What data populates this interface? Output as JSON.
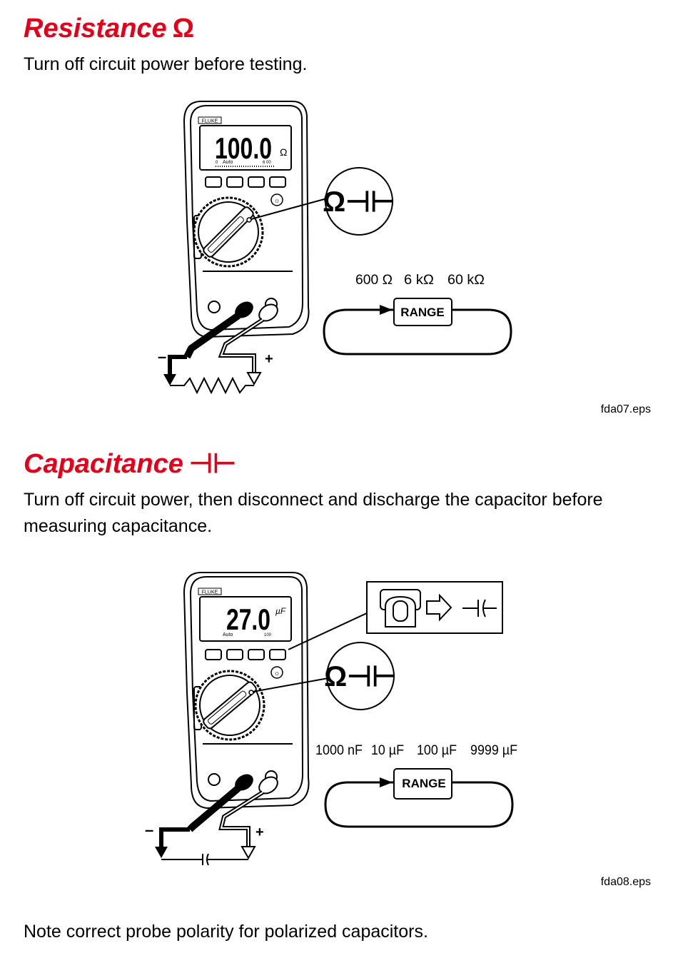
{
  "resistance": {
    "heading": "Resistance",
    "heading_symbol": "Ω",
    "instruction": "Turn off circuit power before testing.",
    "display": {
      "reading": "100.0",
      "unit": "Ω",
      "mode": "Auto",
      "scale_start": "0",
      "scale_end": "6 00"
    },
    "meter_brand": "FLUKE",
    "dial_callout_symbols": "Ω⊣⊢",
    "range_steps": [
      "600 Ω",
      "6 kΩ",
      "60 kΩ"
    ],
    "range_button": "RANGE",
    "probe_minus": "–",
    "probe_plus": "+",
    "figure_label": "fda07.eps"
  },
  "capacitance": {
    "heading": "Capacitance",
    "heading_symbol": "⊣⊢",
    "instruction": "Turn off circuit power, then disconnect and discharge the capacitor before measuring capacitance.",
    "display": {
      "reading": "27.0",
      "unit": "µF",
      "mode": "Auto",
      "scale_end": "100"
    },
    "meter_brand": "FLUKE",
    "dial_callout_symbols": "Ω⊣⊢",
    "range_steps": [
      "1000 nF",
      "10 µF",
      "100 µF",
      "9999 µF"
    ],
    "range_button": "RANGE",
    "probe_minus": "–",
    "probe_plus": "+",
    "figure_label": "fda08.eps"
  },
  "note": "Note correct probe polarity for polarized capacitors.",
  "colors": {
    "heading": "#e3001b",
    "line": "#000000"
  }
}
